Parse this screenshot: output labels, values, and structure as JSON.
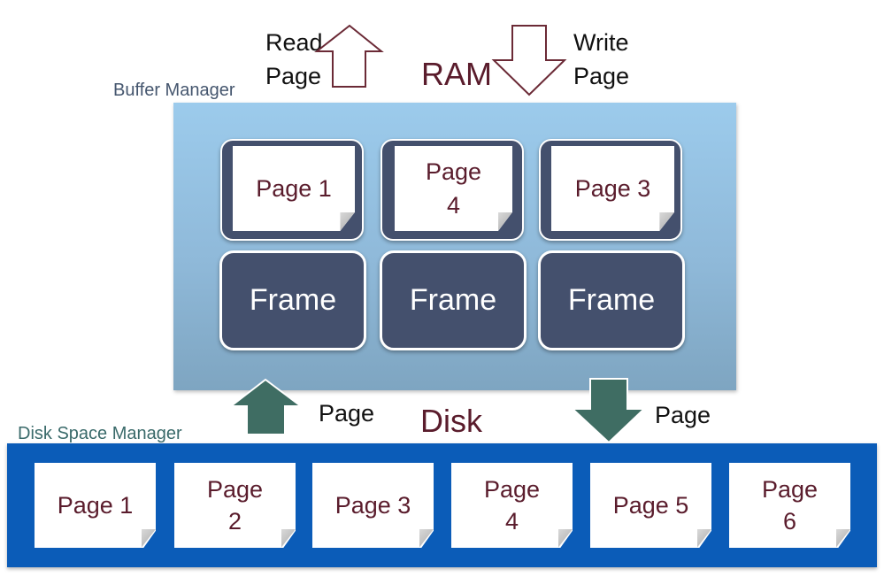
{
  "arrows": {
    "read_page": "Read\nPage",
    "write_page": "Write\nPage",
    "disk_up": "Page",
    "disk_down": "Page"
  },
  "ram": {
    "title": "RAM"
  },
  "disk": {
    "title": "Disk"
  },
  "buffer_manager": {
    "label": "Buffer Manager",
    "pages": [
      "Page 1",
      "Page\n4",
      "Page 3"
    ],
    "frames": [
      "Frame",
      "Frame",
      "Frame"
    ]
  },
  "disk_space_manager": {
    "label": "Disk Space Manager",
    "pages": [
      "Page 1",
      "Page\n2",
      "Page 3",
      "Page\n4",
      "Page 5",
      "Page\n6"
    ]
  },
  "colors": {
    "frame_fill": "#44506d",
    "page_text": "#5a1c2c",
    "disk_bar": "#0b5cb8",
    "disk_arrow": "#3f6d63",
    "ram_arrow_outline": "#6b2a36"
  }
}
